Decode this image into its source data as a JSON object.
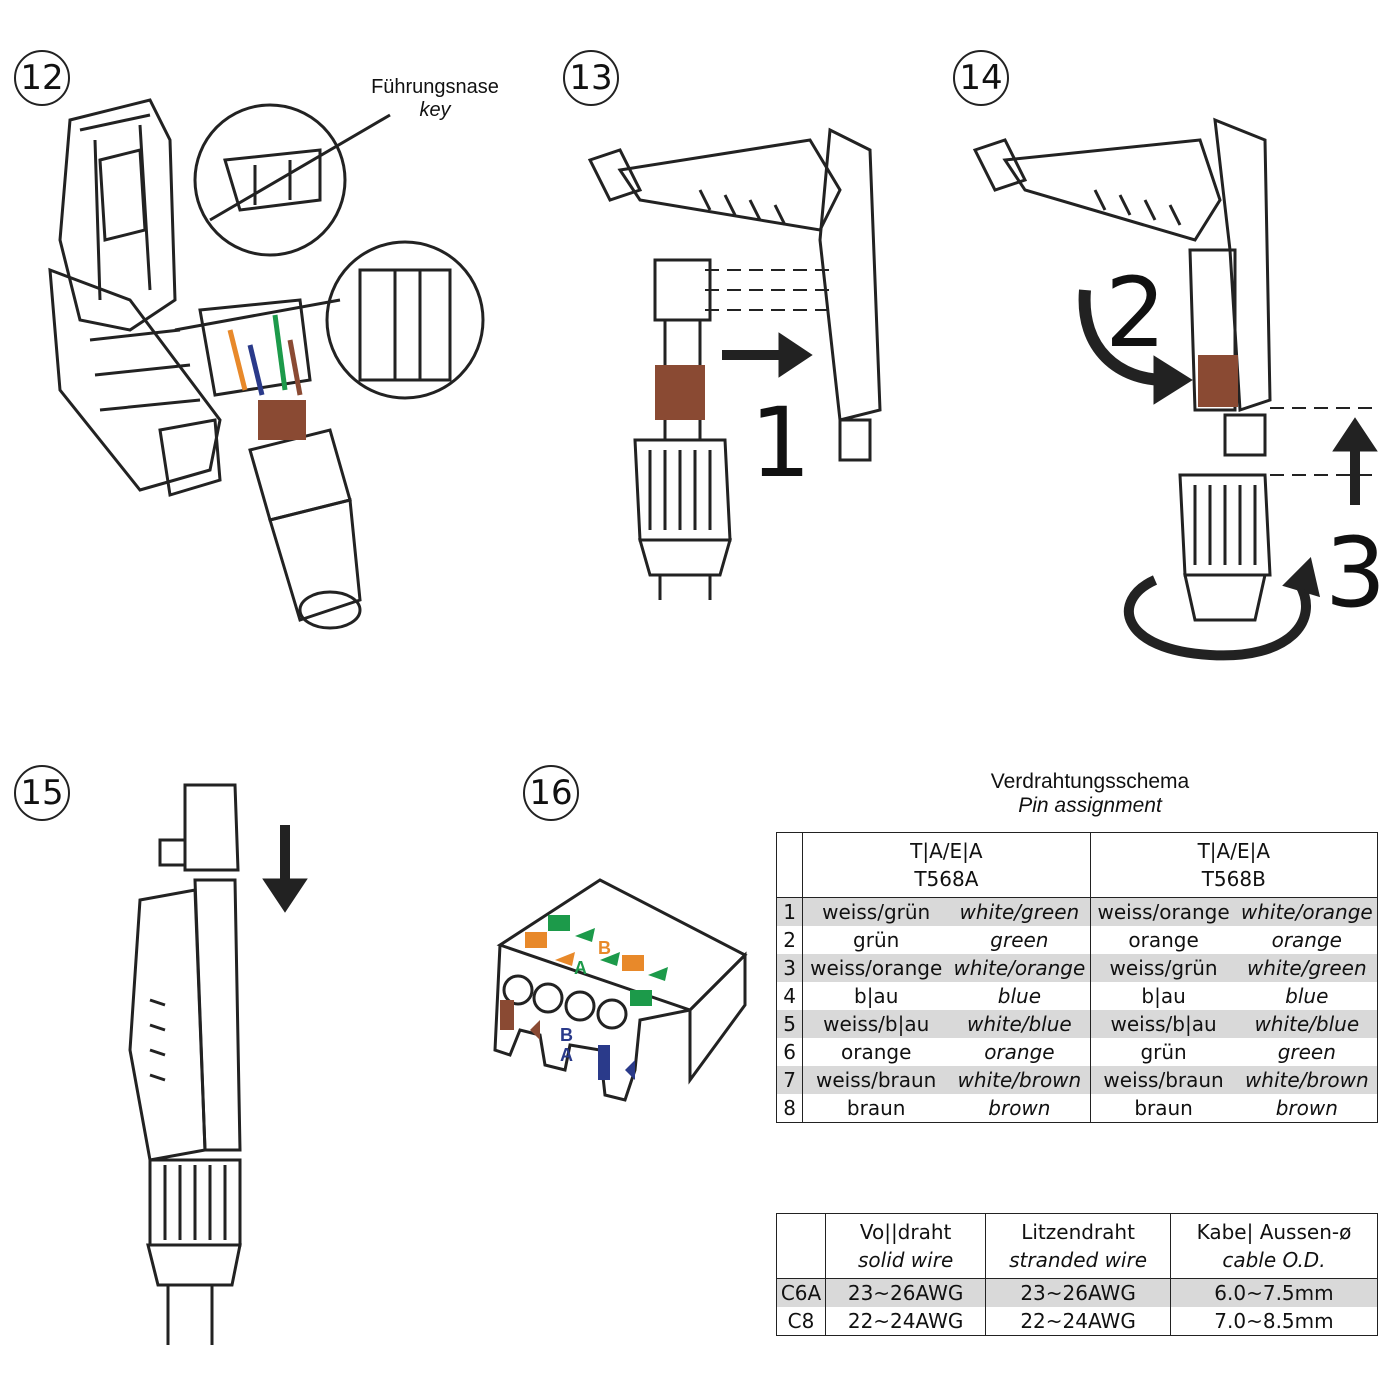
{
  "steps": {
    "s12": "12",
    "s13": "13",
    "s14": "14",
    "s15": "15",
    "s16": "16"
  },
  "key_label": {
    "de": "Führungsnase",
    "en": "key"
  },
  "action_numbers": {
    "n1": "1",
    "n2": "2",
    "n3": "3"
  },
  "block_labels": {
    "b": "B",
    "a": "A",
    "b2": "B",
    "a2": "A"
  },
  "pin_table": {
    "title": "Verdrahtungsschema",
    "subtitle": "Pin assignment",
    "col_a_line1": "T|A/E|A",
    "col_a_line2": "T568A",
    "col_b_line1": "T|A/E|A",
    "col_b_line2": "T568B",
    "rows": [
      {
        "pin": "1",
        "a_de": "weiss/grün",
        "a_en": "white/green",
        "b_de": "weiss/orange",
        "b_en": "white/orange"
      },
      {
        "pin": "2",
        "a_de": "grün",
        "a_en": "green",
        "b_de": "orange",
        "b_en": "orange"
      },
      {
        "pin": "3",
        "a_de": "weiss/orange",
        "a_en": "white/orange",
        "b_de": "weiss/grün",
        "b_en": "white/green"
      },
      {
        "pin": "4",
        "a_de": "b|au",
        "a_en": "blue",
        "b_de": "b|au",
        "b_en": "blue"
      },
      {
        "pin": "5",
        "a_de": "weiss/b|au",
        "a_en": "white/blue",
        "b_de": "weiss/b|au",
        "b_en": "white/blue"
      },
      {
        "pin": "6",
        "a_de": "orange",
        "a_en": "orange",
        "b_de": "grün",
        "b_en": "green"
      },
      {
        "pin": "7",
        "a_de": "weiss/braun",
        "a_en": "white/brown",
        "b_de": "weiss/braun",
        "b_en": "white/brown"
      },
      {
        "pin": "8",
        "a_de": "braun",
        "a_en": "brown",
        "b_de": "braun",
        "b_en": "brown"
      }
    ]
  },
  "wire_table": {
    "h1_de": "Vo||draht",
    "h1_en": "solid wire",
    "h2_de": "Litzendraht",
    "h2_en": "stranded wire",
    "h3_de": "Kabe| Aussen-ø",
    "h3_en": "cable O.D.",
    "rows": [
      {
        "type": "C6A",
        "solid": "23~26AWG",
        "stranded": "23~26AWG",
        "od": "6.0~7.5mm"
      },
      {
        "type": "C8",
        "solid": "22~24AWG",
        "stranded": "22~24AWG",
        "od": "7.0~8.5mm"
      }
    ]
  },
  "colors": {
    "brown": "#8a4a33",
    "orange": "#e8892a",
    "green": "#1c9a4a",
    "blue": "#2a3a8a",
    "shade": "#d9d9d9"
  }
}
